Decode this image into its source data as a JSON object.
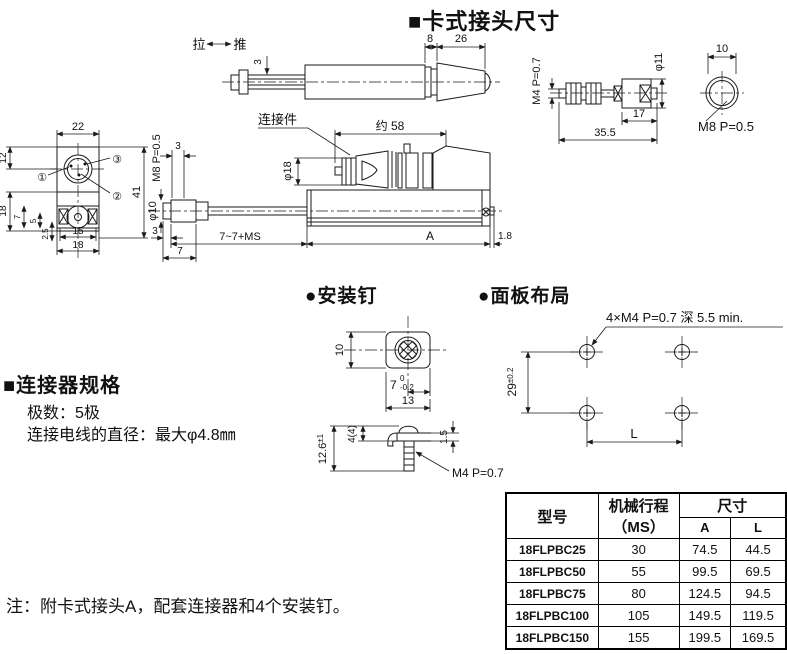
{
  "title": "■卡式接头尺寸",
  "headings": {
    "mounting_pin": "●安装钉",
    "panel_layout": "●面板布局"
  },
  "spec": {
    "title": "■连接器规格",
    "poles": "极数：5极",
    "wire_dia": "连接电线的直径：最大φ4.8㎜"
  },
  "note": "注：附卡式接头A，配套连接器和4个安装钉。",
  "side_view": {
    "pull": "拉",
    "push": "推",
    "dim_3": "3",
    "dim_8": "8",
    "dim_26": "26"
  },
  "clip_view": {
    "thread": "M4 P=0.7",
    "dia": "φ11",
    "dim_17": "17",
    "dim_35_5": "35.5"
  },
  "end_view": {
    "dim_10": "10",
    "thread": "M8 P=0.5"
  },
  "flange_view": {
    "dim_22": "22",
    "dim_12": "12",
    "dim_41": "41",
    "dim_18": "18",
    "dim_7": "7",
    "dim_5": "5",
    "dim_2_5": "2.5",
    "dim_15": "15",
    "dim_18b": "18",
    "pin_1": "①",
    "pin_2": "②",
    "pin_3": "③"
  },
  "main_view": {
    "connector_label": "连接件",
    "dim_58": "约 58",
    "plug_dia": "φ18",
    "bush_thread": "M8 P=0.5",
    "bush_dia": "φ10",
    "dim_3_top": "3",
    "dim_3_bottom": "3",
    "dim_7": "7",
    "dim_stroke": "7~7+MS",
    "dim_a": "A",
    "dim_1_8": "1.8"
  },
  "pin_view": {
    "dim_10": "10",
    "dim_7": "7",
    "tol_up": "0",
    "tol_dn": "-0.2",
    "dim_13": "13",
    "dim_12_6": "12.6",
    "dim_12_6_tol": "±1",
    "dim_4": "4(4)",
    "dim_1_5": "1.5",
    "thread": "M4 P=0.7"
  },
  "panel_view": {
    "holes_label": "4×M4 P=0.7 深 5.5 min.",
    "dim_29": "29",
    "dim_29_tol": "±0.2",
    "dim_l": "L"
  },
  "table": {
    "header": {
      "model": "型号",
      "stroke_l1": "机械行程",
      "stroke_l2": "（MS）",
      "dims": "尺寸",
      "a": "A",
      "l": "L"
    },
    "rows": [
      {
        "model": "18FLPBC25",
        "ms": "30",
        "a": "74.5",
        "l": "44.5"
      },
      {
        "model": "18FLPBC50",
        "ms": "55",
        "a": "99.5",
        "l": "69.5"
      },
      {
        "model": "18FLPBC75",
        "ms": "80",
        "a": "124.5",
        "l": "94.5"
      },
      {
        "model": "18FLPBC100",
        "ms": "105",
        "a": "149.5",
        "l": "119.5"
      },
      {
        "model": "18FLPBC150",
        "ms": "155",
        "a": "199.5",
        "l": "169.5"
      }
    ]
  },
  "colors": {
    "ink": "#1a1a1a",
    "paper": "#ffffff"
  }
}
